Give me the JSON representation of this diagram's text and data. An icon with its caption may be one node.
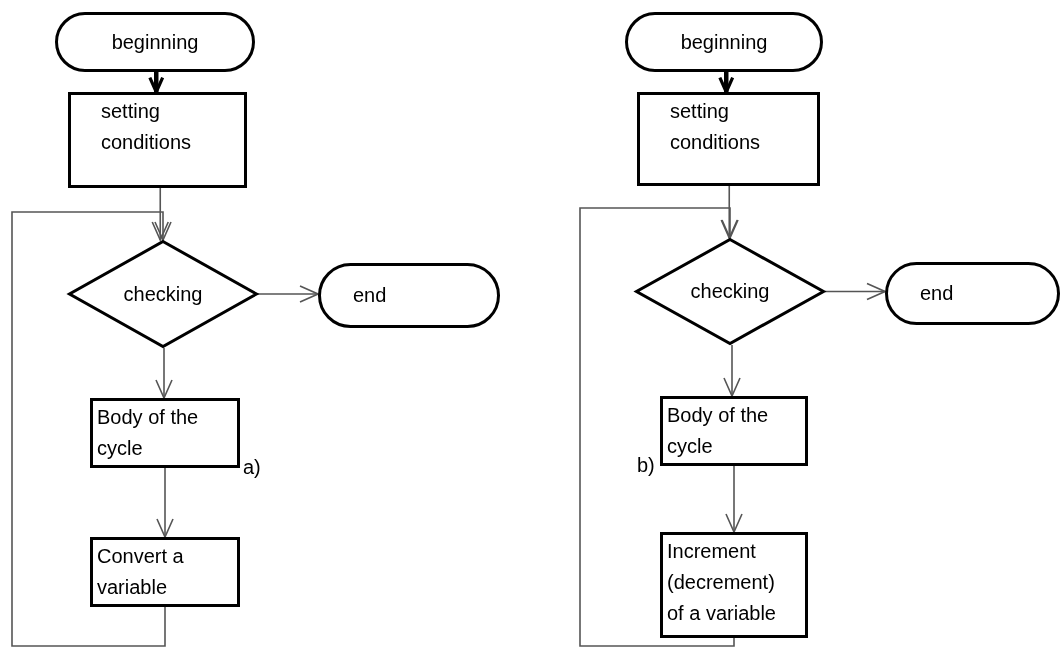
{
  "diagram": {
    "nodes": [
      {
        "text": [
          "beginning"
        ]
      },
      {
        "text": [
          "setting conditions"
        ]
      },
      {
        "text": [
          "checking"
        ]
      },
      {
        "text": [
          "end"
        ]
      },
      {
        "text": [
          "Body of the cycle"
        ]
      },
      {
        "text": [
          "Convert a variable"
        ]
      },
      {
        "text": [
          "beginning"
        ]
      },
      {
        "text": [
          "setting conditions"
        ]
      },
      {
        "text": [
          "checking"
        ]
      },
      {
        "text": [
          "end"
        ]
      },
      {
        "text": [
          "Body of the cycle"
        ]
      },
      {
        "text": [
          "Increment (decrement) of a variable"
        ]
      }
    ],
    "edges": [
      {
        "from": 0,
        "to": 1,
        "arrow": "to",
        "style": "thick",
        "color": "#000000"
      },
      {
        "from": 1,
        "to": 2,
        "arrow": "to"
      },
      {
        "from": 2,
        "to": 3,
        "arrow": "to"
      },
      {
        "from": 2,
        "to": 4,
        "arrow": "to"
      },
      {
        "from": 4,
        "to": 5,
        "arrow": "to"
      },
      {
        "from": 5,
        "to": 2,
        "arrow": "to"
      },
      {
        "from": 6,
        "to": 7,
        "arrow": "to",
        "style": "thick",
        "color": "#000000"
      },
      {
        "from": 7,
        "to": 8,
        "arrow": "to"
      },
      {
        "from": 8,
        "to": 9,
        "arrow": "to"
      },
      {
        "from": 8,
        "to": 10,
        "arrow": "to"
      },
      {
        "from": 10,
        "to": 11,
        "arrow": "to"
      },
      {
        "from": 11,
        "to": 8,
        "arrow": "to"
      }
    ],
    "labels": [
      "a)",
      "b)"
    ]
  }
}
